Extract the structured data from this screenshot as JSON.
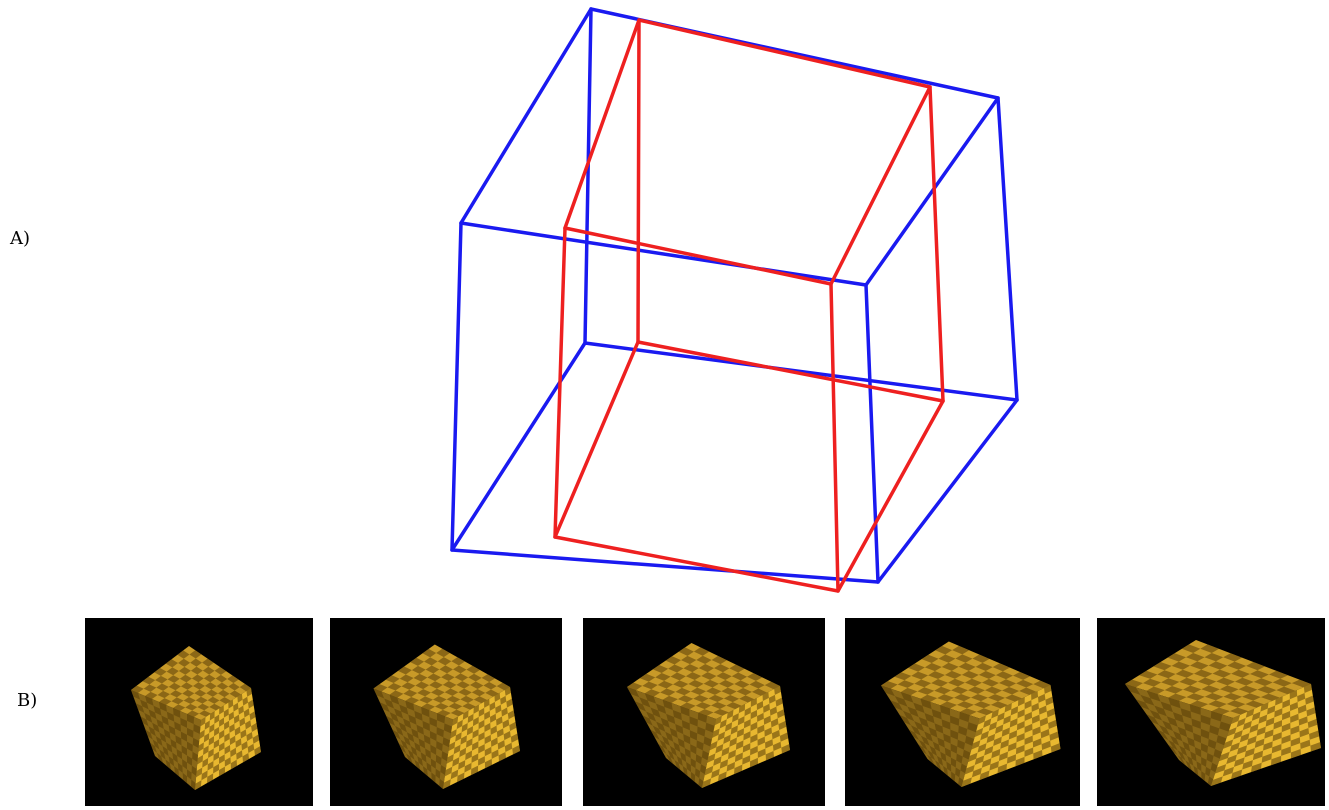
{
  "labels": {
    "panel_a": "A)",
    "panel_b": "B)"
  },
  "colors": {
    "outer_cube": "#1a1af0",
    "inner_cube": "#ee2020",
    "thumb_background": "#000000",
    "cube_face_light": "#e8b830",
    "cube_face_mid": "#c89a28",
    "cube_face_dark": "#8a6818",
    "checker_dark": "#5a3e08"
  },
  "panel_a": {
    "description_icon": "wireframe-cube-pair",
    "cubes": [
      "outer-blue-cube",
      "inner-red-cube"
    ]
  },
  "panel_b": {
    "frames": [
      {
        "name": "frame-1",
        "stretch": 0.0
      },
      {
        "name": "frame-2",
        "stretch": 0.25
      },
      {
        "name": "frame-3",
        "stretch": 0.5
      },
      {
        "name": "frame-4",
        "stretch": 0.75
      },
      {
        "name": "frame-5",
        "stretch": 1.0
      }
    ]
  }
}
